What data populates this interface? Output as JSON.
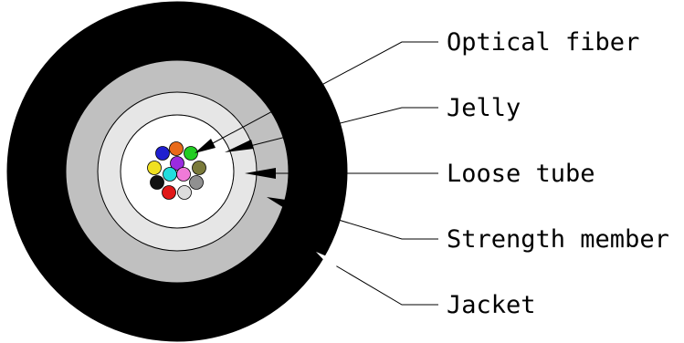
{
  "labels": {
    "optical_fiber": "Optical fiber",
    "jelly": "Jelly",
    "loose_tube": "Loose tube",
    "strength_member": "Strength member",
    "jacket": "Jacket"
  },
  "colors": {
    "jacket": "#000000",
    "strength_member": "#c0c0c0",
    "loose_tube": "#e6e6e6",
    "jelly": "#ffffff",
    "fibers": [
      "#1f1fd0",
      "#e86a1a",
      "#22cc22",
      "#f0e020",
      "#9a2be0",
      "#7a7a3a",
      "#111111",
      "#e01818",
      "#dddddd",
      "#909090",
      "#22dddd",
      "#f07ad8"
    ]
  }
}
